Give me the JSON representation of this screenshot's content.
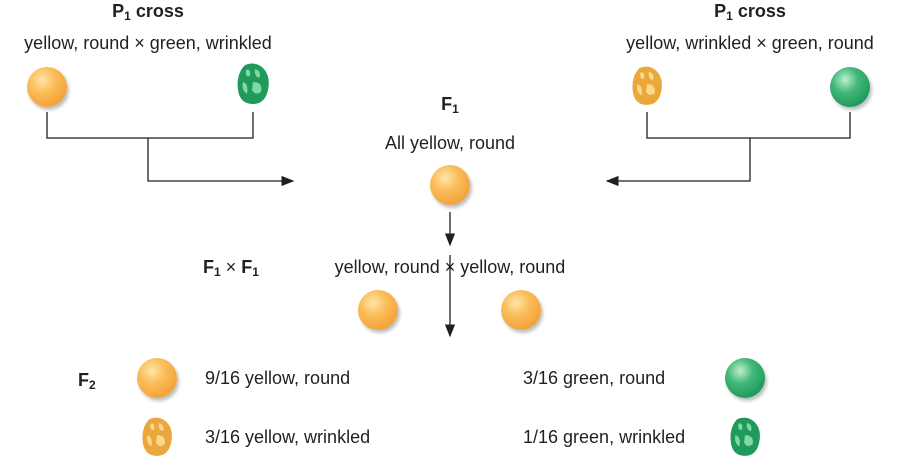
{
  "left_cross": {
    "title": "P",
    "title_sub": "1",
    "title_rest": " cross",
    "label": "yellow, round  ×  green, wrinkled"
  },
  "right_cross": {
    "title": "P",
    "title_sub": "1",
    "title_rest": " cross",
    "label": "yellow, wrinkled  ×  green, round"
  },
  "f1": {
    "label": "F",
    "label_sub": "1",
    "description": "All yellow, round"
  },
  "f1_cross": {
    "label_a": "F",
    "sub_a": "1",
    "times": " × ",
    "label_b": "F",
    "sub_b": "1",
    "description": "yellow, round × yellow, round"
  },
  "f2": {
    "label": "F",
    "label_sub": "2",
    "results": [
      {
        "text": "9/16 yellow, round",
        "color": "yellow",
        "shape": "round"
      },
      {
        "text": "3/16 yellow, wrinkled",
        "color": "yellow",
        "shape": "wrinkled"
      },
      {
        "text": "3/16 green, round",
        "color": "green",
        "shape": "round"
      },
      {
        "text": "1/16 green, wrinkled",
        "color": "green",
        "shape": "wrinkled"
      }
    ]
  },
  "colors": {
    "yellow": "#f3a23a",
    "green": "#1f9a5a",
    "line": "#231f20"
  }
}
